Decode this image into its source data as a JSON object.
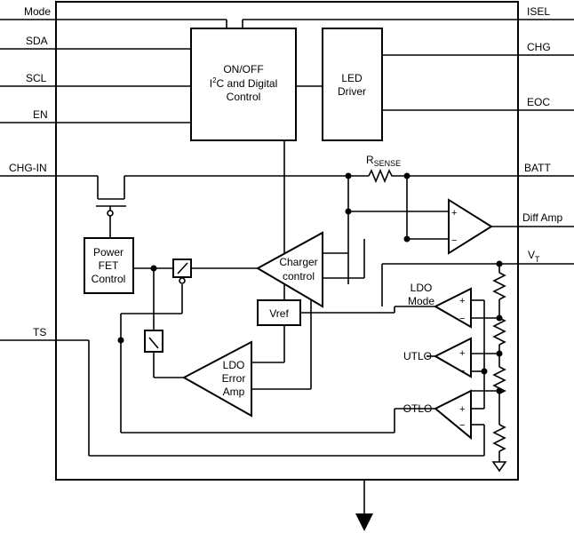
{
  "pins_left": {
    "mode": "Mode",
    "sda": "SDA",
    "scl": "SCL",
    "en": "EN",
    "chg_in": "CHG-IN",
    "ts": "TS"
  },
  "pins_right": {
    "isel": "ISEL",
    "chg": "CHG",
    "eoc": "EOC",
    "batt": "BATT",
    "diff_amp": "Diff Amp",
    "vt_main": "V",
    "vt_sub": "T"
  },
  "blocks": {
    "control_l1": "ON/OFF",
    "control_l2a": "I",
    "control_l2sup": "2",
    "control_l2b": "C and Digital",
    "control_l3": "Control",
    "led_l1": "LED",
    "led_l2": "Driver",
    "fet_l1": "Power",
    "fet_l2": "FET",
    "fet_l3": "Control",
    "vref": "Vref"
  },
  "amplifiers": {
    "charger_l1": "Charger",
    "charger_l2": "control",
    "ldo_err_l1": "LDO",
    "ldo_err_l2": "Error",
    "ldo_err_l3": "Amp",
    "ldo_mode_l1": "LDO",
    "ldo_mode_l2": "Mode",
    "utlo": "UTLO",
    "otlo": "OTLO"
  },
  "resistor": {
    "main": "R",
    "sub": "SENSE"
  },
  "signs": {
    "plus": "+",
    "minus": "−"
  }
}
